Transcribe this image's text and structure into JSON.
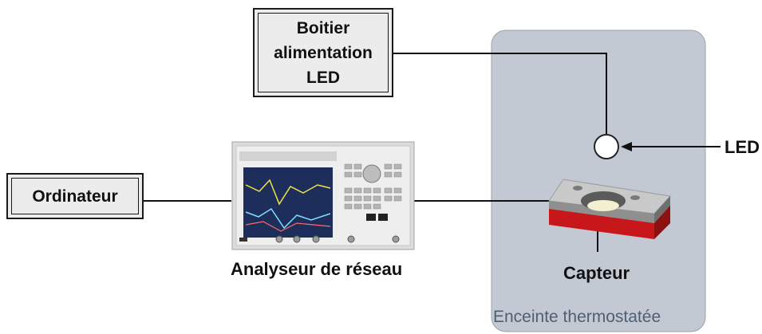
{
  "labels": {
    "power_box": [
      "Boitier",
      "alimentation",
      "LED"
    ],
    "computer": "Ordinateur",
    "network_analyzer": "Analyseur de réseau",
    "led": "LED",
    "sensor": "Capteur",
    "chamber": "Enceinte thermostatée"
  },
  "colors": {
    "chamber_fill": "#c3c9d3",
    "chamber_text": "#4f5f72",
    "box_fill": "#ececec",
    "sensor_red": "#c8171a",
    "sensor_grey": "#c9c9c9",
    "line": "#111111"
  }
}
